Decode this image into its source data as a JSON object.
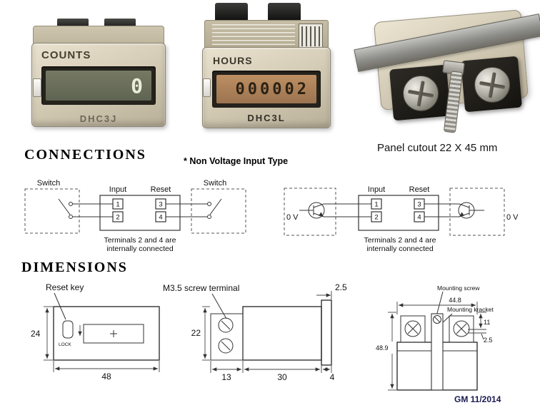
{
  "products": {
    "counter": {
      "name": "COUNTS",
      "display": "0",
      "model": "DHC3J"
    },
    "hour_meter": {
      "name": "HOURS",
      "display": "000002",
      "model": "DHC3L"
    },
    "rear_caption": "Panel cutout 22 X 45 mm"
  },
  "connections": {
    "heading": "CONNECTIONS",
    "note": "* Non Voltage Input Type",
    "switch_diagram": {
      "left_box_label": "Switch",
      "right_box_label": "Switch",
      "input_label": "Input",
      "reset_label": "Reset",
      "terminals": [
        "1",
        "2",
        "3",
        "4"
      ],
      "note_line1": "Terminals 2 and 4 are",
      "note_line2": "internally connected"
    },
    "transistor_diagram": {
      "left_box_label": "0 V",
      "right_box_label": "0 V",
      "input_label": "Input",
      "reset_label": "Reset",
      "terminals": [
        "1",
        "2",
        "3",
        "4"
      ],
      "note_line1": "Terminals 2 and 4 are",
      "note_line2": "internally connected"
    }
  },
  "dimensions": {
    "heading": "DIMENSIONS",
    "front_view": {
      "reset_key_label": "Reset key",
      "lock_label": "LOCK",
      "height_mm": "24",
      "width_mm": "48"
    },
    "side_view": {
      "terminal_label": "M3.5 screw terminal",
      "lip_mm": "2.5",
      "height_mm": "22",
      "seg1_mm": "13",
      "seg2_mm": "30",
      "seg3_mm": "4"
    },
    "rear_view": {
      "mounting_screw_label": "Mounting screw",
      "mounting_bracket_label": "Mounting kracket",
      "width_mm": "44.8",
      "height_mm": "48.9",
      "offset1_mm": "11",
      "offset2_mm": "2.5"
    }
  },
  "footer": {
    "credit": "GM 11/2014"
  }
}
